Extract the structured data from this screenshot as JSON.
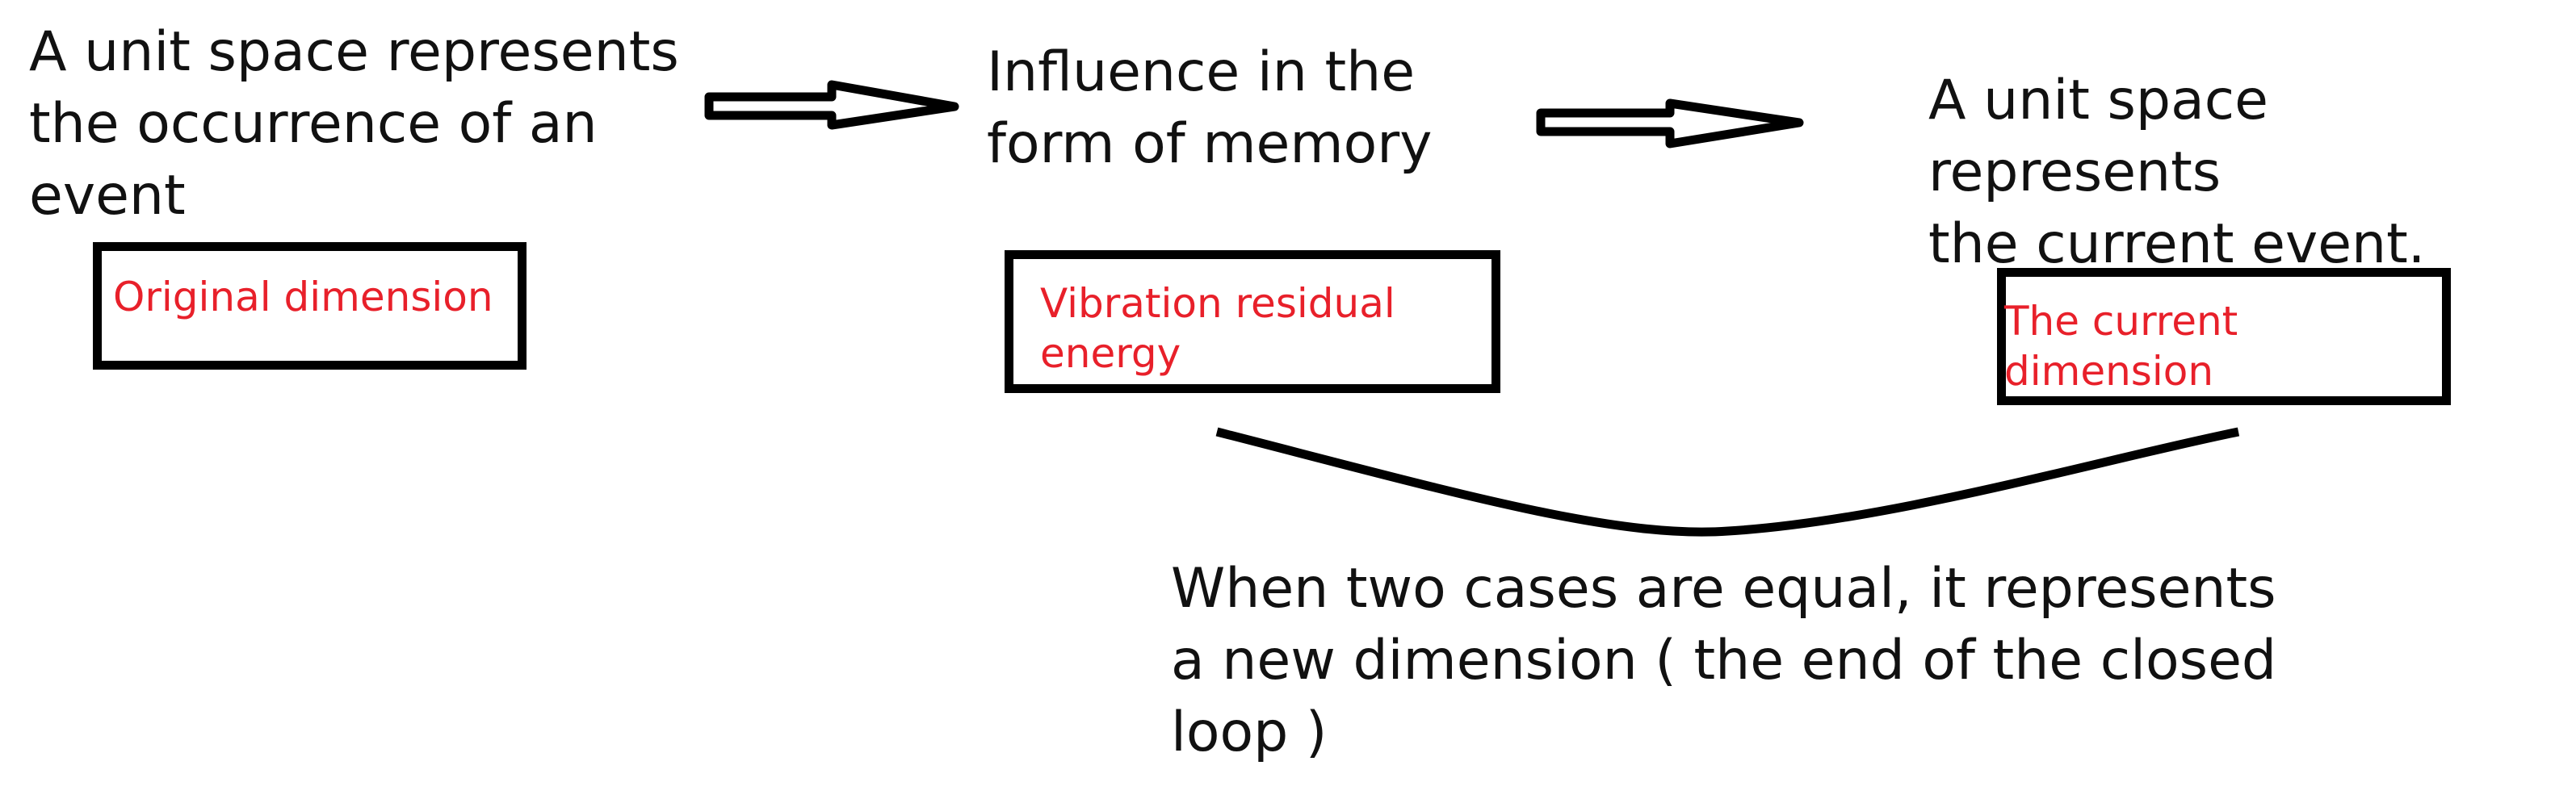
{
  "nodes": {
    "left_text": "A unit space represents\nthe occurrence of an\nevent",
    "middle_text": "Influence in the\nform of memory",
    "right_text": "A unit space represents\nthe current event.",
    "bottom_text": "When two cases are equal, it represents\na new dimension ( the end of the closed\nloop )"
  },
  "boxes": {
    "left_label": "Original dimension",
    "middle_label": "Vibration residual\nenergy",
    "right_label": "The current dimension"
  },
  "colors": {
    "box_label": "#e8202a",
    "outline": "#000000",
    "text": "#111111"
  }
}
